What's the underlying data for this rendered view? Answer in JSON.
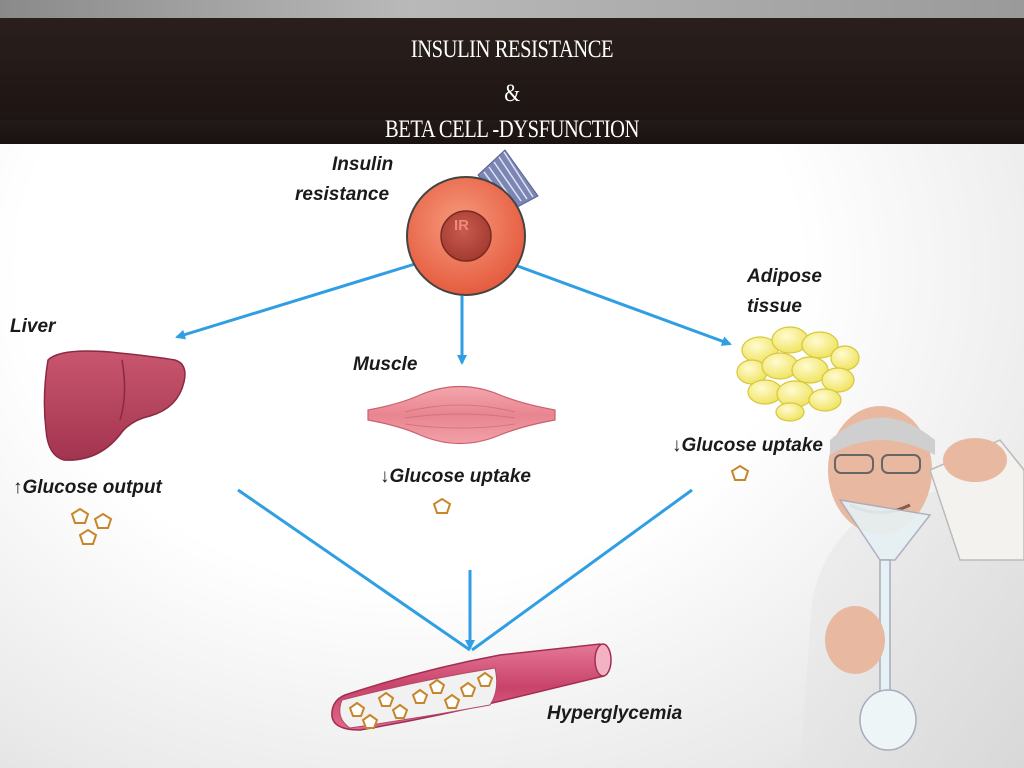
{
  "title": {
    "line1": "INSULIN RESISTANCE",
    "line2": "&",
    "line3": "BETA CELL -DYSFUNCTION"
  },
  "nodes": {
    "insulin_resistance": "Insulin\nresistance",
    "receptor": "IR",
    "liver": "Liver",
    "muscle": "Muscle",
    "adipose": "Adipose\ntissue",
    "vessel": "Hyperglycemia"
  },
  "effects": {
    "liver": "Glucose output",
    "liver_arrow": "↑",
    "muscle": "Glucose uptake",
    "muscle_arrow": "↓",
    "adipose": "Glucose uptake",
    "adipose_arrow": "↓"
  },
  "colors": {
    "arrow": "#2f9ee3",
    "title_bg": "#1f1715",
    "cell": "#f0785a",
    "liver": "#b94763",
    "muscle": "#ec8b95",
    "fat": "#f6ef7a",
    "vessel": "#d9577a"
  }
}
